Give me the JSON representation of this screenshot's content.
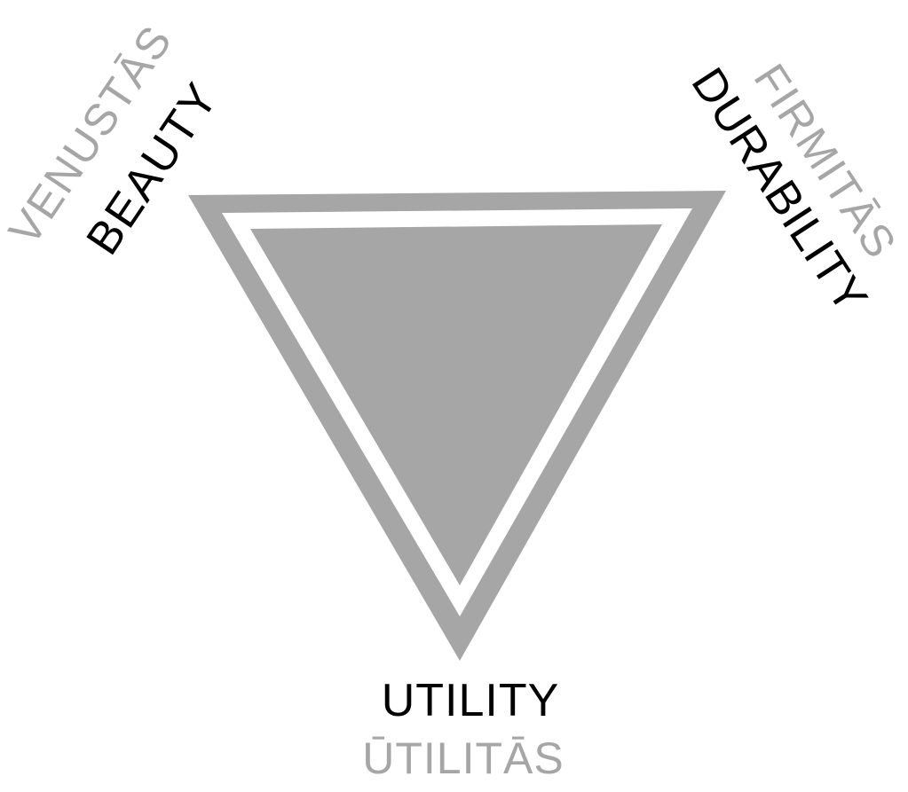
{
  "colors": {
    "triangle": "#a6a6a6",
    "primary_label": "#000000",
    "latin_label": "#a6a6a6",
    "background": "#ffffff"
  },
  "labels": {
    "beauty": "BEAUTY",
    "venustas": "VENUSTĀS",
    "durability": "DURABILITY",
    "firmitas": "FIRMITĀS",
    "utility": "UTILITY",
    "utilitas": "ŪTILITĀS"
  }
}
